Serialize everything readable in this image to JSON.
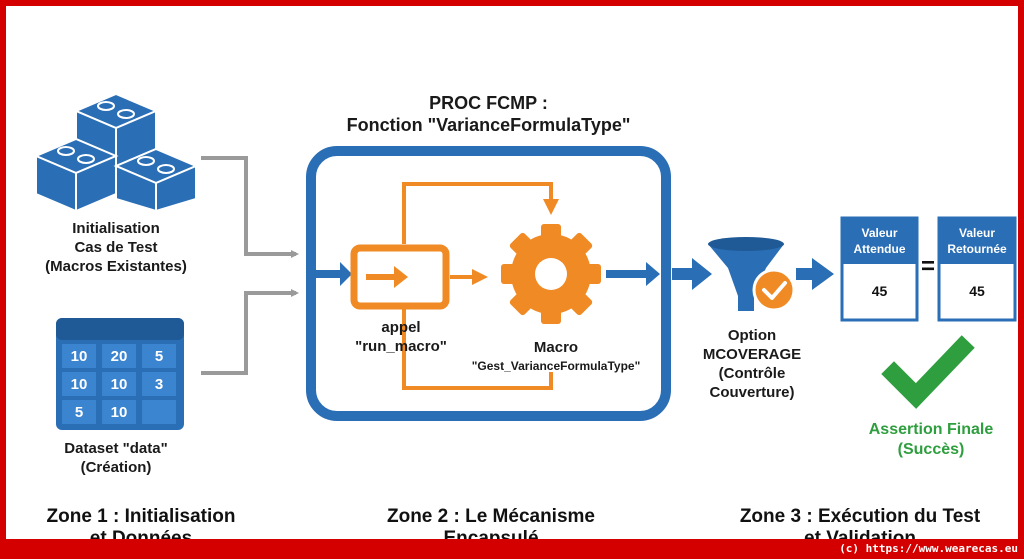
{
  "zone1": {
    "init_lines": [
      "Initialisation",
      "Cas de Test",
      "(Macros Existantes)"
    ],
    "dataset_lines": [
      "Dataset \"data\"",
      "(Création)"
    ],
    "table": [
      [
        "10",
        "20",
        "5"
      ],
      [
        "10",
        "10",
        "3"
      ],
      [
        "5",
        "10",
        ""
      ]
    ],
    "title_lines": [
      "Zone 1 : Initialisation",
      "et Données"
    ]
  },
  "zone2": {
    "proc_lines": [
      "PROC FCMP :",
      "Fonction \"VarianceFormulaType\""
    ],
    "call_lines": [
      "appel",
      "\"run_macro\""
    ],
    "macro_lines": [
      "Macro",
      "\"Gest_VarianceFormulaType\""
    ],
    "title_lines": [
      "Zone 2 : Le Mécanisme",
      "Encapsulé"
    ]
  },
  "zone3": {
    "option_lines": [
      "Option",
      "MCOVERAGE",
      "(Contrôle",
      "Couverture)"
    ],
    "expected_lines": [
      "Valeur",
      "Attendue"
    ],
    "returned_lines": [
      "Valeur",
      "Retournée"
    ],
    "expected_value": "45",
    "returned_value": "45",
    "equals": "=",
    "assertion_lines": [
      "Assertion Finale",
      "(Succès)"
    ],
    "title_lines": [
      "Zone 3 : Exécution du Test",
      "et Validation"
    ]
  },
  "footer": {
    "copyright": "(c) https://www.wearecas.eu"
  },
  "colors": {
    "blue": "#2a6eb5",
    "orange": "#f08a24",
    "gray": "#9a9a9a",
    "green": "#2e9e3e",
    "border": "#d40000"
  }
}
